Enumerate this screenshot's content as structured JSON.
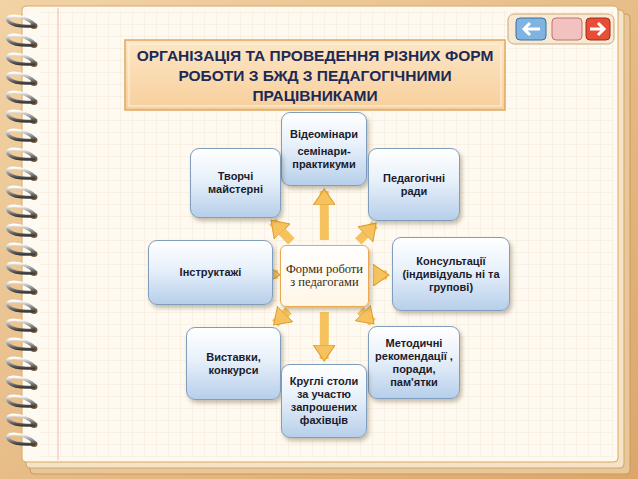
{
  "diagram": {
    "title": "ОРГАНІЗАЦІЯ ТА ПРОВЕДЕННЯ РІЗНИХ ФОРМ РОБОТИ З БЖД З ПЕДАГОГІЧНИМИ ПРАЦІВНИКАМИ",
    "nodes": [
      {
        "text": [
          "Відеомінари",
          "семінари-практикуми"
        ]
      },
      {
        "text": [
          "Творчі майстерні"
        ]
      },
      {
        "text": [
          "Педагогічні ради"
        ]
      },
      {
        "text": [
          "Інструктажі"
        ]
      },
      {
        "text": [
          "Форми роботи з педагогами"
        ]
      },
      {
        "text": [
          "Консультації (індивідуаль ні та групові)"
        ]
      },
      {
        "text": [
          "Виставки, конкурси"
        ]
      },
      {
        "text": [
          "Методичні рекомендації , поради, пам'ятки"
        ]
      },
      {
        "text": [
          "Круглі столи за участю запрошених фахівців"
        ]
      }
    ],
    "edges": [
      {
        "from": 4,
        "to": 0,
        "arrow": "to"
      },
      {
        "from": 4,
        "to": 1,
        "arrow": "to"
      },
      {
        "from": 4,
        "to": 2,
        "arrow": "to"
      },
      {
        "from": 4,
        "to": 3,
        "arrow": "to"
      },
      {
        "from": 4,
        "to": 5,
        "arrow": "to"
      },
      {
        "from": 4,
        "to": 6,
        "arrow": "to"
      },
      {
        "from": 4,
        "to": 7,
        "arrow": "to"
      },
      {
        "from": 4,
        "to": 8,
        "arrow": "to"
      }
    ]
  }
}
